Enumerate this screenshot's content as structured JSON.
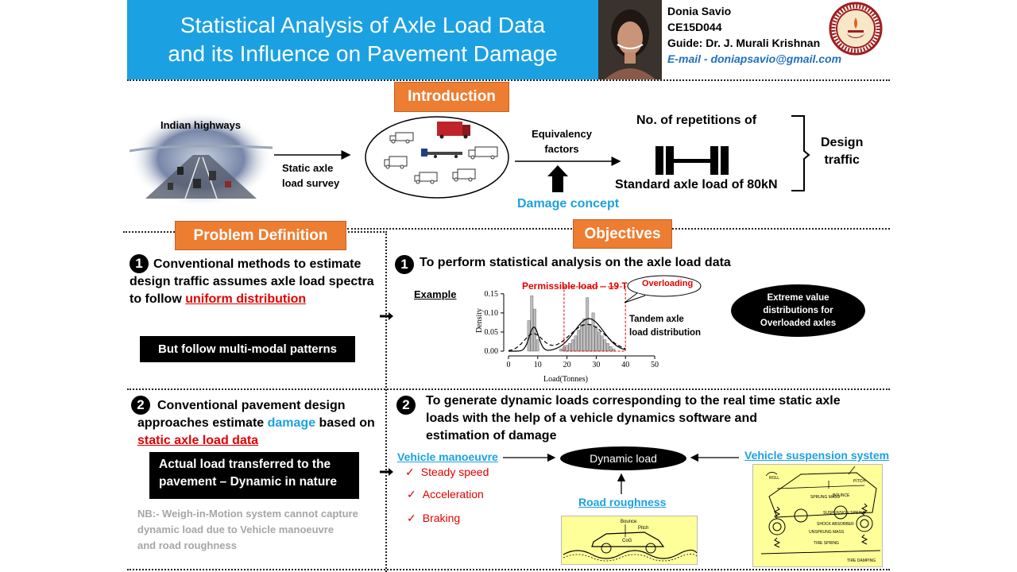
{
  "header": {
    "title_line1": "Statistical Analysis of Axle Load Data",
    "title_line2": "and its Influence on Pavement Damage",
    "author_name": "Donia Savio",
    "author_id": "CE15D044",
    "guide": "Guide: Dr. J. Murali Krishnan",
    "email": "E-mail - doniapsavio@gmail.com"
  },
  "introduction": {
    "heading": "Introduction",
    "indian_highways": "Indian highways",
    "survey_line1": "Static axle",
    "survey_line2": "load survey",
    "equiv_line1": "Equivalency",
    "equiv_line2": "factors",
    "damage_concept": "Damage concept",
    "repetitions": "No. of repetitions of",
    "standard_axle": "Standard axle load of 80kN",
    "design_line1": "Design",
    "design_line2": "traffic"
  },
  "problem": {
    "heading": "Problem Definition",
    "p1_num": "1",
    "p1_line1": "Conventional methods to estimate",
    "p1_line2": "design traffic assumes axle load spectra",
    "p1_line3_pre": "to follow ",
    "p1_line3_em": "uniform distribution",
    "p1_box": "But follow multi-modal patterns",
    "p2_num": "2",
    "p2_line1": "Conventional pavement design",
    "p2_line2_pre": "approaches estimate ",
    "p2_line2_em": "damage",
    "p2_line2_post": " based on",
    "p2_line3": "static axle load data",
    "p2_box_line1": "Actual load transferred to the",
    "p2_box_line2": "pavement – Dynamic in nature",
    "nb_line1": "NB:- Weigh-in-Motion system cannot capture",
    "nb_line2": "dynamic load due to Vehicle manoeuvre",
    "nb_line3": "and road roughness"
  },
  "objectives": {
    "heading": "Objectives",
    "o1_num": "1",
    "o1_text": "To perform statistical analysis on the axle load data",
    "example": "Example",
    "permissible": "Permissible load – 19 T",
    "overloading": "Overloading",
    "tandem_line1": "Tandem axle",
    "tandem_line2": "load distribution",
    "extreme_line1": "Extreme value",
    "extreme_line2": "distributions for",
    "extreme_line3": "Overloaded axles",
    "o2_num": "2",
    "o2_line1": "To generate dynamic loads corresponding to the real time static axle",
    "o2_line2": "loads with the help of a vehicle dynamics software and",
    "o2_line3": "estimation of damage",
    "vehicle_manoeuvre": "Vehicle manoeuvre",
    "dynamic_load": "Dynamic load",
    "vehicle_suspension": "Vehicle suspension system",
    "road_roughness": "Road roughness",
    "manoeuvres": [
      "Steady speed",
      "Acceleration",
      "Braking"
    ],
    "check_mark": "✓",
    "suspension_labels": [
      "ROLL",
      "PITCH",
      "SPRUNG MASS",
      "BOUNCE",
      "SUSPENSION SPRING",
      "SHOCK ABSORBER",
      "UNSPRUNG MASS",
      "TIRE SPRING",
      "TIRE DAMPING"
    ],
    "road_labels": [
      "Bounce",
      "Pitch",
      "CoG"
    ]
  },
  "chart_data": {
    "type": "bar",
    "xlabel": "Load(Tonnes)",
    "ylabel": "Density",
    "xlim": [
      0,
      50
    ],
    "ylim": [
      0,
      0.16
    ],
    "xticks": [
      0,
      10,
      20,
      30,
      40,
      50
    ],
    "yticks": [
      0.0,
      0.05,
      0.1,
      0.15
    ],
    "ytick_labels": [
      "0.00",
      "0.05",
      "0.10",
      "0.15"
    ],
    "bin_width": 1,
    "bins": [
      {
        "x": 7,
        "y": 0.08
      },
      {
        "x": 8,
        "y": 0.145
      },
      {
        "x": 9,
        "y": 0.11
      },
      {
        "x": 10,
        "y": 0.03
      },
      {
        "x": 18,
        "y": 0.006
      },
      {
        "x": 19,
        "y": 0.01
      },
      {
        "x": 20,
        "y": 0.015
      },
      {
        "x": 21,
        "y": 0.02
      },
      {
        "x": 22,
        "y": 0.03
      },
      {
        "x": 23,
        "y": 0.04
      },
      {
        "x": 24,
        "y": 0.055
      },
      {
        "x": 25,
        "y": 0.07
      },
      {
        "x": 26,
        "y": 0.085
      },
      {
        "x": 27,
        "y": 0.14
      },
      {
        "x": 28,
        "y": 0.07
      },
      {
        "x": 29,
        "y": 0.1
      },
      {
        "x": 30,
        "y": 0.065
      },
      {
        "x": 31,
        "y": 0.05
      },
      {
        "x": 32,
        "y": 0.04
      },
      {
        "x": 33,
        "y": 0.03
      },
      {
        "x": 34,
        "y": 0.02
      },
      {
        "x": 35,
        "y": 0.012
      },
      {
        "x": 36,
        "y": 0.006
      }
    ],
    "fit_components": [
      {
        "mean": 8.7,
        "sd": 1.6,
        "weight": 0.4
      },
      {
        "mean": 27.5,
        "sd": 5.0,
        "weight": 0.95
      }
    ],
    "uniform_ref": {
      "mean": 20,
      "sd": 10,
      "weight": 1.3
    },
    "permissible_box_x": [
      19,
      40
    ]
  }
}
